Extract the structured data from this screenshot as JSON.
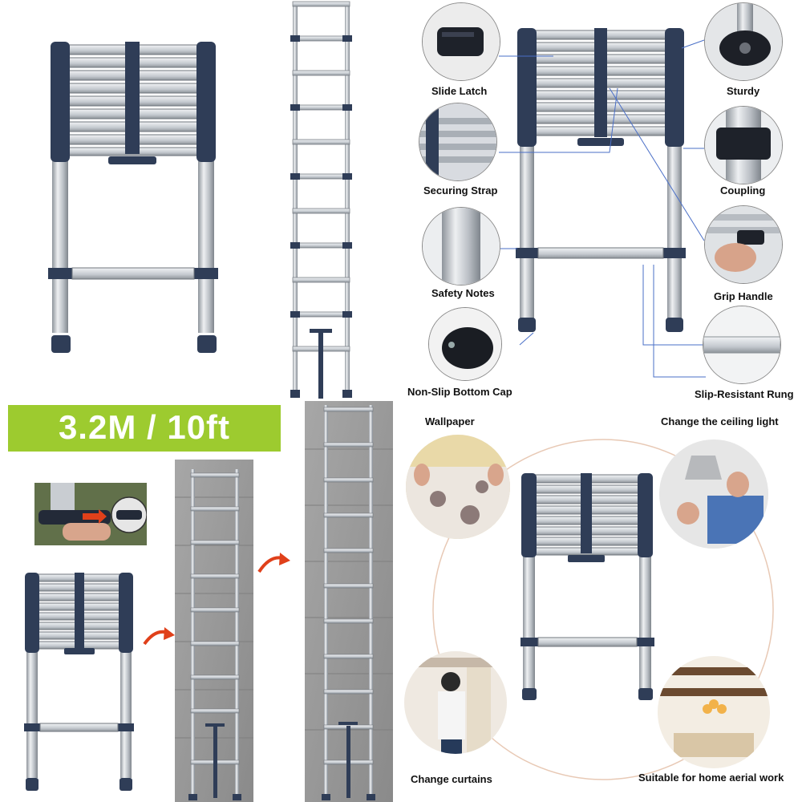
{
  "badge": {
    "text": "3.2M / 10ft"
  },
  "features": {
    "slide_latch": "Slide Latch",
    "securing_strap": "Securing Strap",
    "safety_notes": "Safety Notes",
    "non_slip_bottom_cap": "Non-Slip Bottom Cap",
    "sturdy": "Sturdy",
    "coupling": "Coupling",
    "grip_handle": "Grip Handle",
    "slip_resistant_rung": "Slip-Resistant Rung"
  },
  "uses": {
    "wallpaper": "Wallpaper",
    "ceiling_light": "Change the ceiling light",
    "curtains": "Change curtains",
    "aerial_work": "Suitable for home aerial work"
  },
  "colors": {
    "badge_green": "#9dcb2f",
    "arrow_red": "#e0401a",
    "cap_navy": "#2f3d57",
    "aluminum": "#c9cdd2",
    "connector_blue": "#4a6fc7"
  }
}
